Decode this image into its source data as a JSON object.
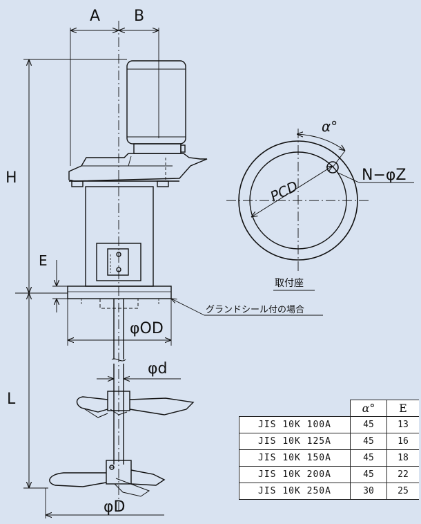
{
  "dimensions": {
    "a": "A",
    "b": "B",
    "h": "H",
    "e": "E",
    "l": "L",
    "od": "φOD",
    "d_small": "φd",
    "d_large": "φD",
    "pcd": "PCD",
    "angle": "α°",
    "holes": "N−φZ"
  },
  "labels": {
    "mount_seat": "取付座",
    "gland_seal_note": "グランドシール付の場合"
  },
  "colors": {
    "background": "#d9e3f1",
    "line": "#111111",
    "table_bg": "#ffffff"
  },
  "table": {
    "headers": [
      "α°",
      "E"
    ],
    "rows": [
      {
        "spec": "JIS 10K 100A",
        "alpha": "45",
        "e": "13"
      },
      {
        "spec": "JIS 10K 125A",
        "alpha": "45",
        "e": "16"
      },
      {
        "spec": "JIS 10K 150A",
        "alpha": "45",
        "e": "18"
      },
      {
        "spec": "JIS 10K 200A",
        "alpha": "45",
        "e": "22"
      },
      {
        "spec": "JIS 10K 250A",
        "alpha": "30",
        "e": "25"
      }
    ]
  }
}
